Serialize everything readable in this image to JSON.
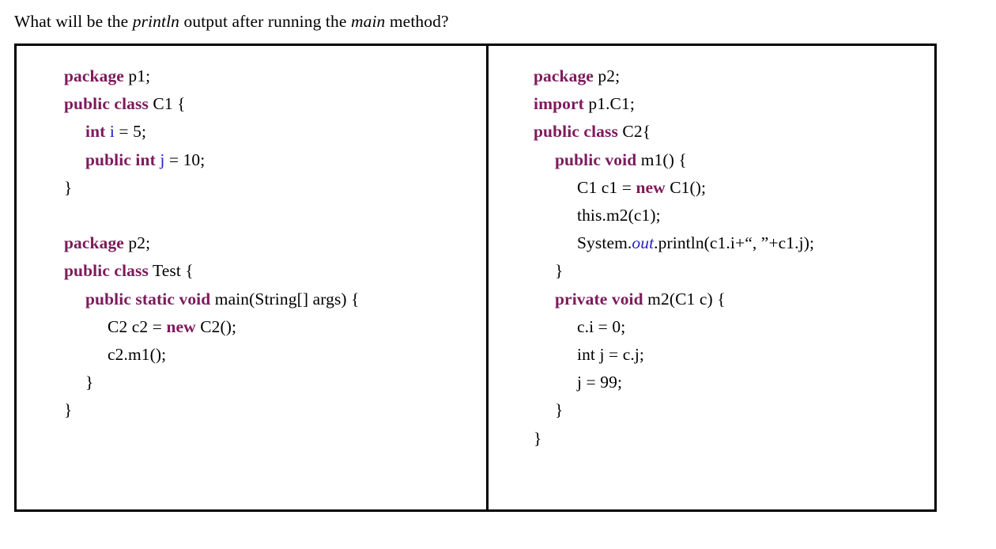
{
  "question": {
    "part1": "What will be the ",
    "italic1": "println",
    "part2": " output after running the ",
    "italic2": "main",
    "part3": " method?"
  },
  "colors": {
    "keyword": "#7d1a5b",
    "identifier_blue": "#2222cc",
    "text": "#000000",
    "border": "#000000",
    "background": "#ffffff"
  },
  "left_panel": {
    "name": "code-panel-left",
    "lines": [
      {
        "indent": 0,
        "tokens": [
          {
            "t": "package",
            "c": "kw"
          },
          {
            "t": " p1;",
            "c": "txt"
          }
        ]
      },
      {
        "indent": 0,
        "tokens": [
          {
            "t": "public class",
            "c": "kw"
          },
          {
            "t": " C1 {",
            "c": "txt"
          }
        ]
      },
      {
        "indent": 1,
        "tokens": [
          {
            "t": "int",
            "c": "kw"
          },
          {
            "t": " ",
            "c": "txt"
          },
          {
            "t": "i",
            "c": "var"
          },
          {
            "t": " = 5;",
            "c": "txt"
          }
        ]
      },
      {
        "indent": 1,
        "tokens": [
          {
            "t": "public int",
            "c": "kw"
          },
          {
            "t": " ",
            "c": "txt"
          },
          {
            "t": "j",
            "c": "var"
          },
          {
            "t": " = 10;",
            "c": "txt"
          }
        ]
      },
      {
        "indent": 0,
        "tokens": [
          {
            "t": "}",
            "c": "txt"
          }
        ]
      },
      {
        "indent": 0,
        "tokens": []
      },
      {
        "indent": 0,
        "tokens": [
          {
            "t": "package",
            "c": "kw"
          },
          {
            "t": " p2;",
            "c": "txt"
          }
        ]
      },
      {
        "indent": 0,
        "tokens": [
          {
            "t": "public class",
            "c": "kw"
          },
          {
            "t": " Test {",
            "c": "txt"
          }
        ]
      },
      {
        "indent": 1,
        "tokens": [
          {
            "t": "public static void",
            "c": "kw"
          },
          {
            "t": " main(String[] args) {",
            "c": "txt"
          }
        ]
      },
      {
        "indent": 2,
        "tokens": [
          {
            "t": "C2 c2 = ",
            "c": "txt"
          },
          {
            "t": "new",
            "c": "kw"
          },
          {
            "t": " C2();",
            "c": "txt"
          }
        ]
      },
      {
        "indent": 2,
        "tokens": [
          {
            "t": "c2.m1();",
            "c": "txt"
          }
        ]
      },
      {
        "indent": 1,
        "tokens": [
          {
            "t": "}",
            "c": "txt"
          }
        ]
      },
      {
        "indent": 0,
        "tokens": [
          {
            "t": "}",
            "c": "txt"
          }
        ]
      }
    ]
  },
  "right_panel": {
    "name": "code-panel-right",
    "lines": [
      {
        "indent": 0,
        "tokens": [
          {
            "t": "package",
            "c": "kw"
          },
          {
            "t": " p2;",
            "c": "txt"
          }
        ]
      },
      {
        "indent": 0,
        "tokens": [
          {
            "t": "import",
            "c": "kw"
          },
          {
            "t": " p1.C1;",
            "c": "txt"
          }
        ]
      },
      {
        "indent": 0,
        "tokens": [
          {
            "t": "public class",
            "c": "kw"
          },
          {
            "t": " C2{",
            "c": "txt"
          }
        ]
      },
      {
        "indent": 1,
        "tokens": [
          {
            "t": "public void",
            "c": "kw"
          },
          {
            "t": " m1() {",
            "c": "txt"
          }
        ]
      },
      {
        "indent": 2,
        "tokens": [
          {
            "t": "C1 c1 = ",
            "c": "txt"
          },
          {
            "t": "new",
            "c": "kw"
          },
          {
            "t": " C1();",
            "c": "txt"
          }
        ]
      },
      {
        "indent": 2,
        "tokens": [
          {
            "t": "this.m2(c1);",
            "c": "txt"
          }
        ]
      },
      {
        "indent": 2,
        "tokens": [
          {
            "t": "System.",
            "c": "txt"
          },
          {
            "t": "out",
            "c": "fld"
          },
          {
            "t": ".println(c1.i+“, ”+c1.j);",
            "c": "txt"
          }
        ]
      },
      {
        "indent": 1,
        "tokens": [
          {
            "t": "}",
            "c": "txt"
          }
        ]
      },
      {
        "indent": 1,
        "tokens": [
          {
            "t": "private void",
            "c": "kw"
          },
          {
            "t": " m2(C1 c) {",
            "c": "txt"
          }
        ]
      },
      {
        "indent": 2,
        "tokens": [
          {
            "t": "c.i = 0;",
            "c": "txt"
          }
        ]
      },
      {
        "indent": 2,
        "tokens": [
          {
            "t": "int j = c.j;",
            "c": "txt"
          }
        ]
      },
      {
        "indent": 2,
        "tokens": [
          {
            "t": "j = 99;",
            "c": "txt"
          }
        ]
      },
      {
        "indent": 1,
        "tokens": [
          {
            "t": "}",
            "c": "txt"
          }
        ]
      },
      {
        "indent": 0,
        "tokens": [
          {
            "t": "}",
            "c": "txt"
          }
        ]
      }
    ]
  }
}
